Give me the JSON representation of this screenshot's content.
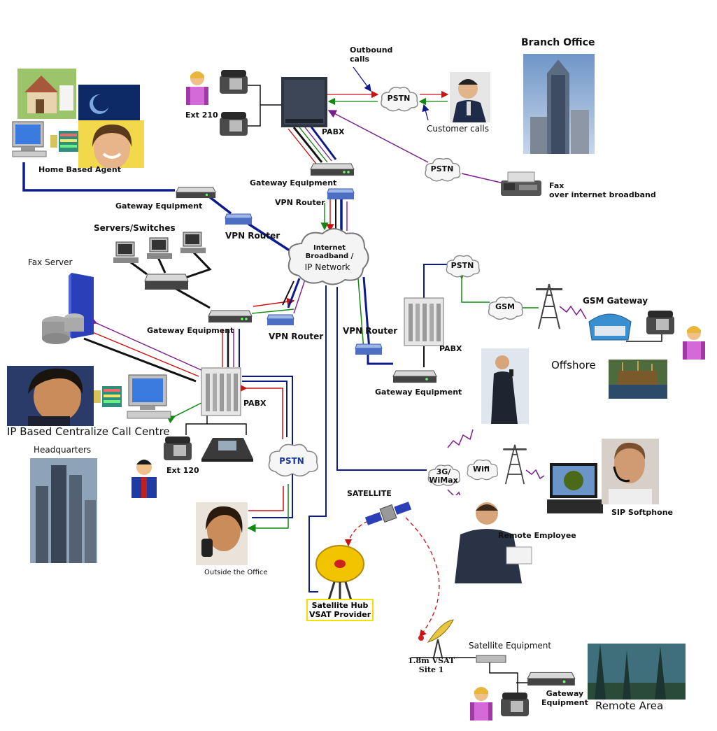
{
  "labels": {
    "branch_office": "Branch Office",
    "outbound_calls": "Outbound\ncalls",
    "pstn_top": "PSTN",
    "customer_calls": "Customer calls",
    "ext_210": "Ext 210",
    "pabx_top": "PABX",
    "gateway_top": "Gateway Equipment",
    "vpn_router_top": "VPN Router",
    "pstn_fax": "PSTN",
    "fax": "Fax\nover internet broadband",
    "home_agent": "Home Based Agent",
    "gateway_home": "Gateway Equipment",
    "vpn_router_home": "VPN Router",
    "servers_switches": "Servers/Switches",
    "internet": "Internet\nBroadband /",
    "ip_network": "IP Network",
    "fax_server": "Fax Server",
    "gateway_hq": "Gateway Equipment",
    "vpn_router_hq": "VPN Router",
    "pstn_offshore": "PSTN",
    "gsm": "GSM",
    "gsm_gateway": "GSM Gateway",
    "pabx_offshore": "PABX",
    "vpn_router_offshore": "VPN Router",
    "gateway_offshore": "Gateway Equipment",
    "offshore": "Offshore",
    "call_centre": "IP Based Centralize Call Centre",
    "pabx_hq": "PABX",
    "headquarters": "Headquarters",
    "ext_120": "Ext 120",
    "pstn_hq": "PSTN",
    "outside_office": "Outside the Office",
    "satellite": "SATELLITE",
    "satellite_hub": "Satellite Hub\nVSAT Provider",
    "wimax": "3G/\nWiMax",
    "wifi": "Wifi",
    "sip_softphone": "SIP Softphone",
    "remote_employee": "Remote Employee",
    "vsat": "1.8m VSAT\nSite 1",
    "satellite_equipment": "Satellite Equipment",
    "gateway_remote": "Gateway\nEquipment",
    "remote_area": "Remote Area"
  },
  "colors": {
    "blue_link": "#0b1a8c",
    "red_link": "#cc1111",
    "green_link": "#118811",
    "purple_link": "#7a1d8e",
    "black_link": "#111111",
    "hub_border": "#f2e000"
  }
}
